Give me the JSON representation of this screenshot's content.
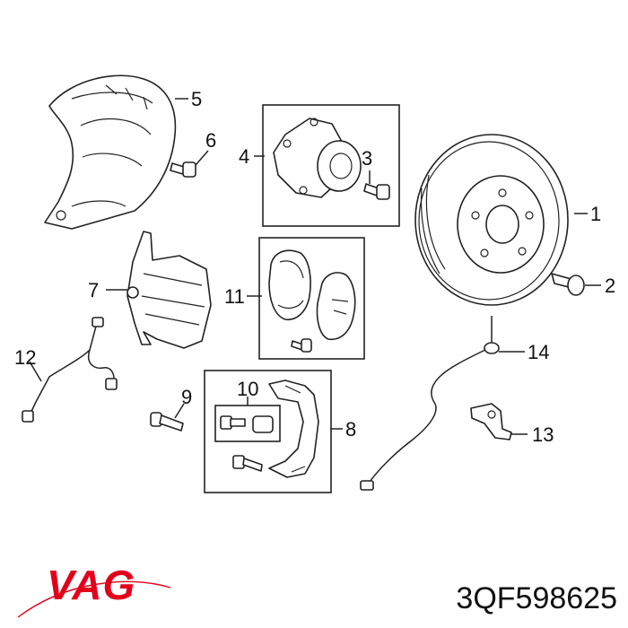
{
  "callouts": [
    {
      "id": "1",
      "label": "1"
    },
    {
      "id": "2",
      "label": "2"
    },
    {
      "id": "3",
      "label": "3"
    },
    {
      "id": "4",
      "label": "4"
    },
    {
      "id": "5",
      "label": "5"
    },
    {
      "id": "6",
      "label": "6"
    },
    {
      "id": "7",
      "label": "7"
    },
    {
      "id": "8",
      "label": "8"
    },
    {
      "id": "9",
      "label": "9"
    },
    {
      "id": "10",
      "label": "10"
    },
    {
      "id": "11",
      "label": "11"
    },
    {
      "id": "12",
      "label": "12"
    },
    {
      "id": "13",
      "label": "13"
    },
    {
      "id": "14",
      "label": "14"
    }
  ],
  "brand": {
    "logo_text": "VAG",
    "color": "#e3001b"
  },
  "part_number": "3QF598625"
}
